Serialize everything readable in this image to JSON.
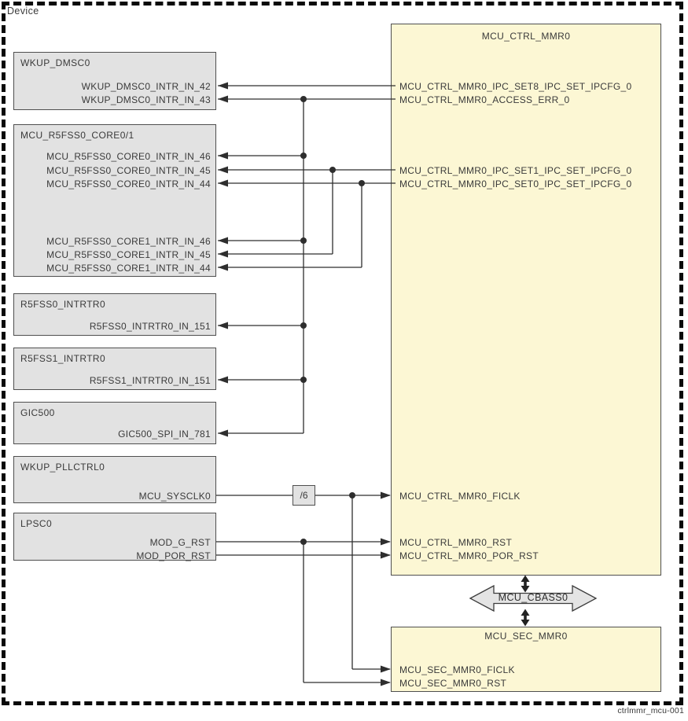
{
  "device_label": "Device",
  "figure_id": "ctrlmmr_mcu-001",
  "divider": {
    "label": "/6"
  },
  "cbass": {
    "label": "MCU_CBASS0"
  },
  "colors": {
    "module_fill": "#fcf7d4",
    "block_fill": "#e2e2e2",
    "wire": "#2e2e2e",
    "border": "#4f4f4f"
  },
  "modules": {
    "mcu_ctrl_mmr0": {
      "title": "MCU_CTRL_MMR0",
      "signals": {
        "ipc_set8": "MCU_CTRL_MMR0_IPC_SET8_IPC_SET_IPCFG_0",
        "access_err": "MCU_CTRL_MMR0_ACCESS_ERR_0",
        "ipc_set1": "MCU_CTRL_MMR0_IPC_SET1_IPC_SET_IPCFG_0",
        "ipc_set0": "MCU_CTRL_MMR0_IPC_SET0_IPC_SET_IPCFG_0",
        "ficlk": "MCU_CTRL_MMR0_FICLK",
        "rst": "MCU_CTRL_MMR0_RST",
        "por_rst": "MCU_CTRL_MMR0_POR_RST"
      }
    },
    "mcu_sec_mmr0": {
      "title": "MCU_SEC_MMR0",
      "signals": {
        "ficlk": "MCU_SEC_MMR0_FICLK",
        "rst": "MCU_SEC_MMR0_RST"
      }
    },
    "wkup_dmsc0": {
      "title": "WKUP_DMSC0",
      "signals": {
        "intr_42": "WKUP_DMSC0_INTR_IN_42",
        "intr_43": "WKUP_DMSC0_INTR_IN_43"
      }
    },
    "mcu_r5fss0": {
      "title": "MCU_R5FSS0_CORE0/1",
      "signals": {
        "core0_46": "MCU_R5FSS0_CORE0_INTR_IN_46",
        "core0_45": "MCU_R5FSS0_CORE0_INTR_IN_45",
        "core0_44": "MCU_R5FSS0_CORE0_INTR_IN_44",
        "core1_46": "MCU_R5FSS0_CORE1_INTR_IN_46",
        "core1_45": "MCU_R5FSS0_CORE1_INTR_IN_45",
        "core1_44": "MCU_R5FSS0_CORE1_INTR_IN_44"
      }
    },
    "r5fss0_intrtr0": {
      "title": "R5FSS0_INTRTR0",
      "signals": {
        "in_151": "R5FSS0_INTRTR0_IN_151"
      }
    },
    "r5fss1_intrtr0": {
      "title": "R5FSS1_INTRTR0",
      "signals": {
        "in_151": "R5FSS1_INTRTR0_IN_151"
      }
    },
    "gic500": {
      "title": "GIC500",
      "signals": {
        "spi_781": "GIC500_SPI_IN_781"
      }
    },
    "wkup_pllctrl0": {
      "title": "WKUP_PLLCTRL0",
      "signals": {
        "sysclk0": "MCU_SYSCLK0"
      }
    },
    "lpsc0": {
      "title": "LPSC0",
      "signals": {
        "g_rst": "MOD_G_RST",
        "por_rst": "MOD_POR_RST"
      }
    }
  }
}
